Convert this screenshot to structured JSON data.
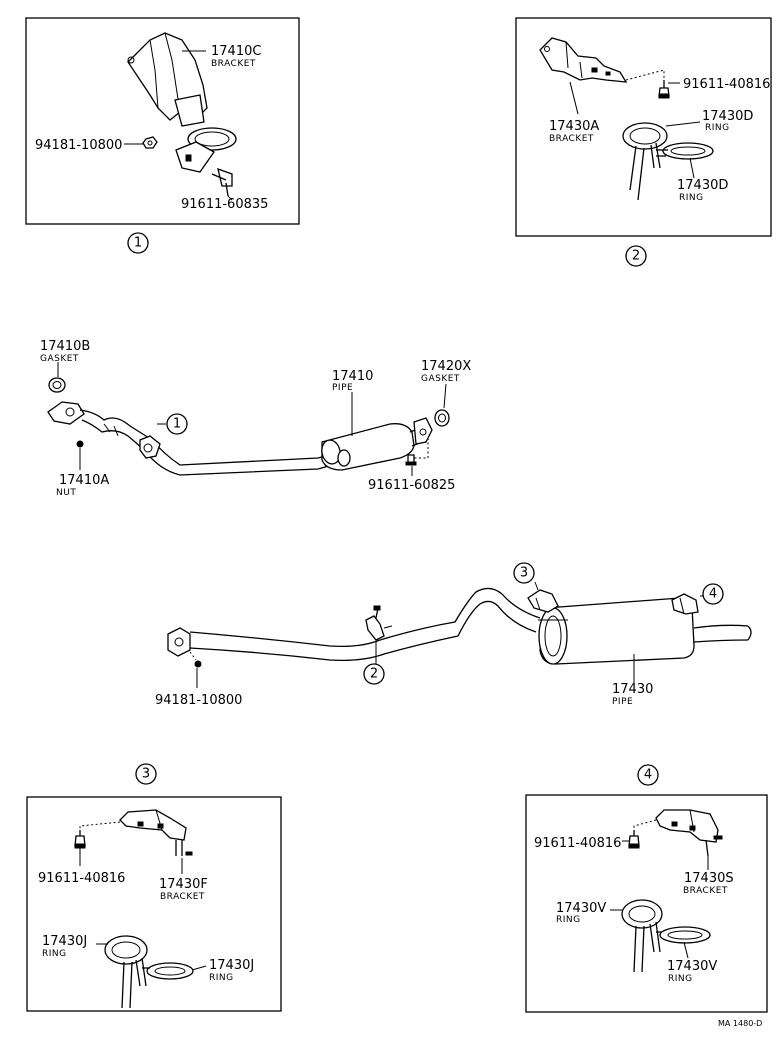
{
  "inset1": {
    "marker": "1",
    "bracket_no": "17410C",
    "bracket_desc": "BRACKET",
    "nut_no": "94181-10800",
    "bolt_no": "91611-60835"
  },
  "inset2": {
    "marker": "2",
    "bolt_no": "91611-40816",
    "bracket_no": "17430A",
    "bracket_desc": "BRACKET",
    "ring_a_no": "17430D",
    "ring_a_desc": "RING",
    "ring_b_no": "17430D",
    "ring_b_desc": "RING"
  },
  "front": {
    "gasket_no": "17410B",
    "gasket_desc": "GASKET",
    "pipe_no": "17410",
    "pipe_desc": "PIPE",
    "gasket2_no": "17420X",
    "gasket2_desc": "GASKET",
    "nut_no": "17410A",
    "nut_desc": "NUT",
    "bolt_no": "91611-60825",
    "marker": "1"
  },
  "rear": {
    "marker3": "3",
    "marker4": "4",
    "marker2": "2",
    "pipe_no": "17430",
    "pipe_desc": "PIPE",
    "nut_no": "94181-10800"
  },
  "inset3": {
    "marker": "3",
    "bolt_no": "91611-40816",
    "bracket_no": "17430F",
    "bracket_desc": "BRACKET",
    "ring_a_no": "17430J",
    "ring_a_desc": "RING",
    "ring_b_no": "17430J",
    "ring_b_desc": "RING"
  },
  "inset4": {
    "marker": "4",
    "bolt_no": "91611-40816",
    "bracket_no": "17430S",
    "bracket_desc": "BRACKET",
    "ring_a_no": "17430V",
    "ring_a_desc": "RING",
    "ring_b_no": "17430V",
    "ring_b_desc": "RING"
  },
  "footer": {
    "code": "MA 1480-D"
  }
}
